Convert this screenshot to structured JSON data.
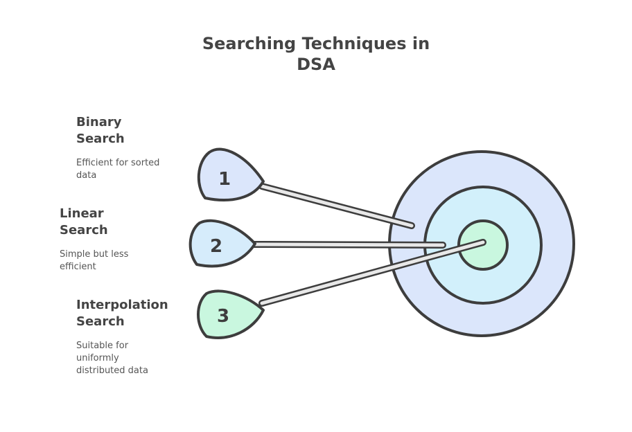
{
  "title": "Searching Techniques in\nDSA",
  "items": [
    {
      "number": "1",
      "title": "Binary\nSearch",
      "description": "Efficient for sorted\ndata"
    },
    {
      "number": "2",
      "title": "Linear\nSearch",
      "description": "Simple but less\nefficient"
    },
    {
      "number": "3",
      "title": "Interpolation\nSearch",
      "description": "Suitable for\nuniformly\ndistributed data"
    }
  ],
  "colors": {
    "outline": "#3d3d3d",
    "target_outer": "#dbe6fb",
    "target_middle": "#d2f0fb",
    "target_center": "#c9f7df",
    "pin_1": "#dbe6fb",
    "pin_2": "#d6ecfb",
    "pin_3": "#c9f7df",
    "shaft": "#e8e8e8"
  }
}
